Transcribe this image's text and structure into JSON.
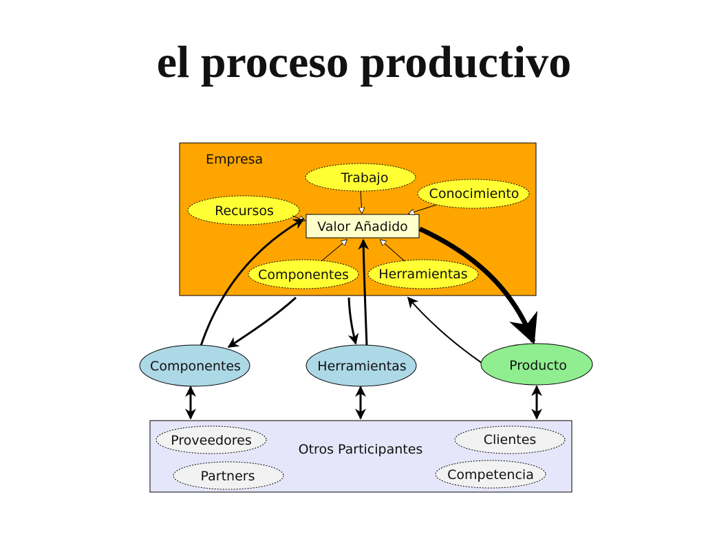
{
  "title": "el proceso productivo",
  "colors": {
    "empresa_fill": "#ffa500",
    "yellow_ellipse": "#ffff33",
    "valor_fill": "#ffffcc",
    "blue_ellipse": "#add8e6",
    "green_ellipse": "#90ee90",
    "otros_fill": "#e6e6fa",
    "white_ellipse": "#f2f2f2",
    "stroke": "#000000"
  },
  "empresa": {
    "label": "Empresa",
    "inputs": {
      "trabajo": "Trabajo",
      "conocimiento": "Conocimiento",
      "recursos": "Recursos",
      "componentes": "Componentes",
      "herramientas": "Herramientas"
    },
    "valor": "Valor Añadido"
  },
  "outside": {
    "componentes": "Componentes",
    "herramientas": "Herramientas",
    "producto": "Producto"
  },
  "otros": {
    "label": "Otros Participantes",
    "proveedores": "Proveedores",
    "partners": "Partners",
    "clientes": "Clientes",
    "competencia": "Competencia"
  }
}
